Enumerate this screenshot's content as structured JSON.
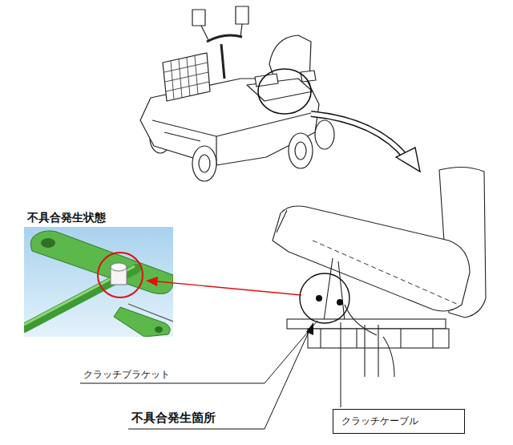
{
  "diagram": {
    "nodes": [
      {
        "text": [
          "不具合発生状態"
        ]
      },
      {
        "text": [
          "クラッチケーブル"
        ]
      }
    ],
    "labels": [
      "クラッチブラケット",
      "不具合発生箇所"
    ]
  }
}
